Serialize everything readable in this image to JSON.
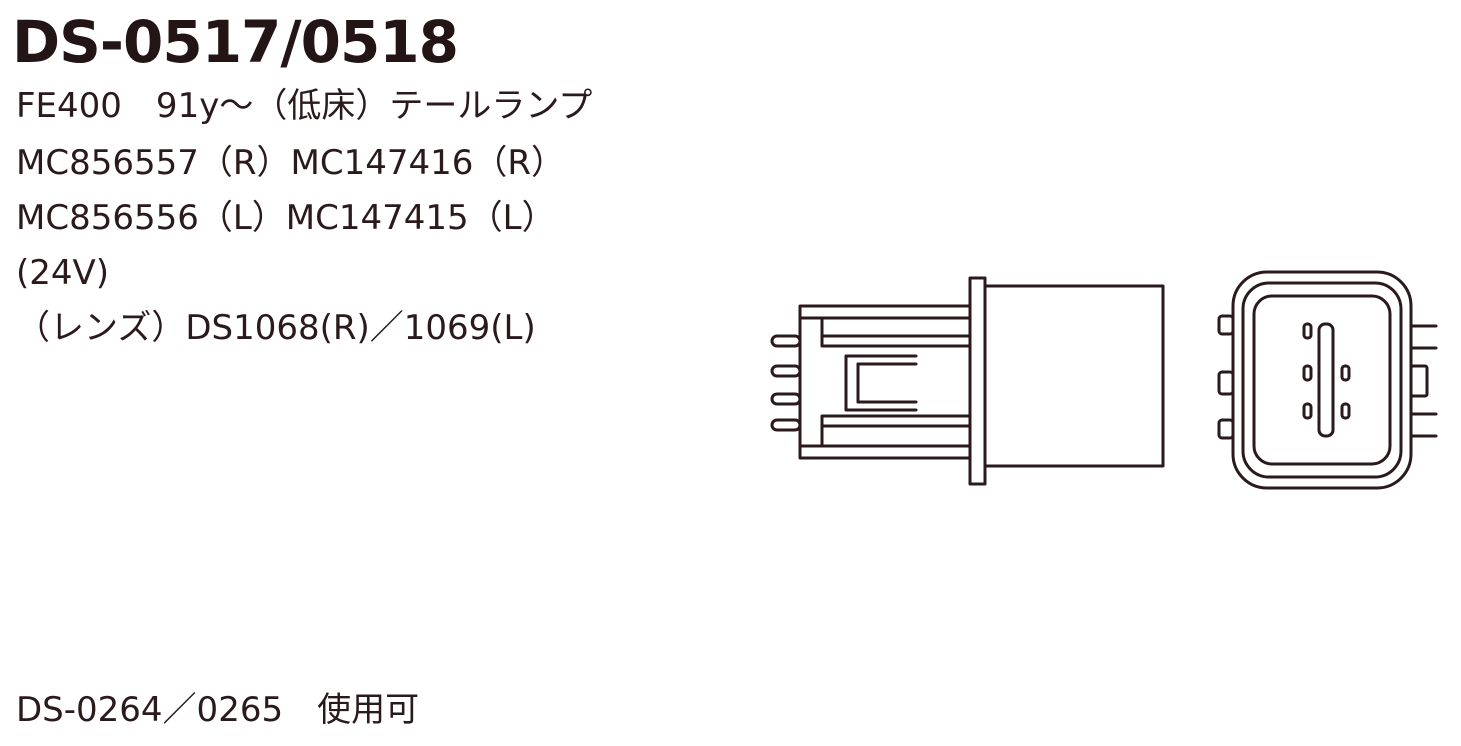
{
  "doc": {
    "part_number": "DS-0517/0518",
    "lines": [
      "FE400　91y〜（低床）テールランプ",
      "MC856557（R）MC147416（R）",
      "MC856556（L）MC147415（L）",
      "(24V)",
      "（レンズ）DS1068(R)／1069(L)"
    ],
    "footer": "DS-0264／0265　使用可"
  },
  "colors": {
    "ink": "#2a1a1c",
    "background": "#ffffff"
  }
}
